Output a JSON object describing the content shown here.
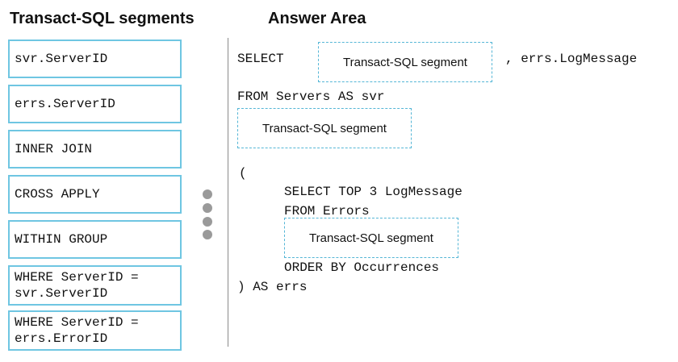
{
  "headings": {
    "segments": "Transact-SQL segments",
    "answer_area": "Answer Area"
  },
  "segments": [
    "svr.ServerID",
    "errs.ServerID",
    "INNER JOIN",
    "CROSS APPLY",
    "WITHIN GROUP",
    "WHERE ServerID =\nsvr.ServerID",
    "WHERE ServerID =\nerrs.ErrorID"
  ],
  "code": {
    "select": "SELECT",
    "select_tail": ", errs.LogMessage",
    "from_servers": "FROM Servers AS svr",
    "open_paren": "(",
    "select_top": "SELECT TOP 3 LogMessage",
    "from_errors": "FROM Errors",
    "order_by": "ORDER BY Occurrences",
    "close_as": ") AS errs"
  },
  "dropzones": {
    "slot1": "Transact-SQL segment",
    "slot2": "Transact-SQL segment",
    "slot3": "Transact-SQL segment"
  }
}
